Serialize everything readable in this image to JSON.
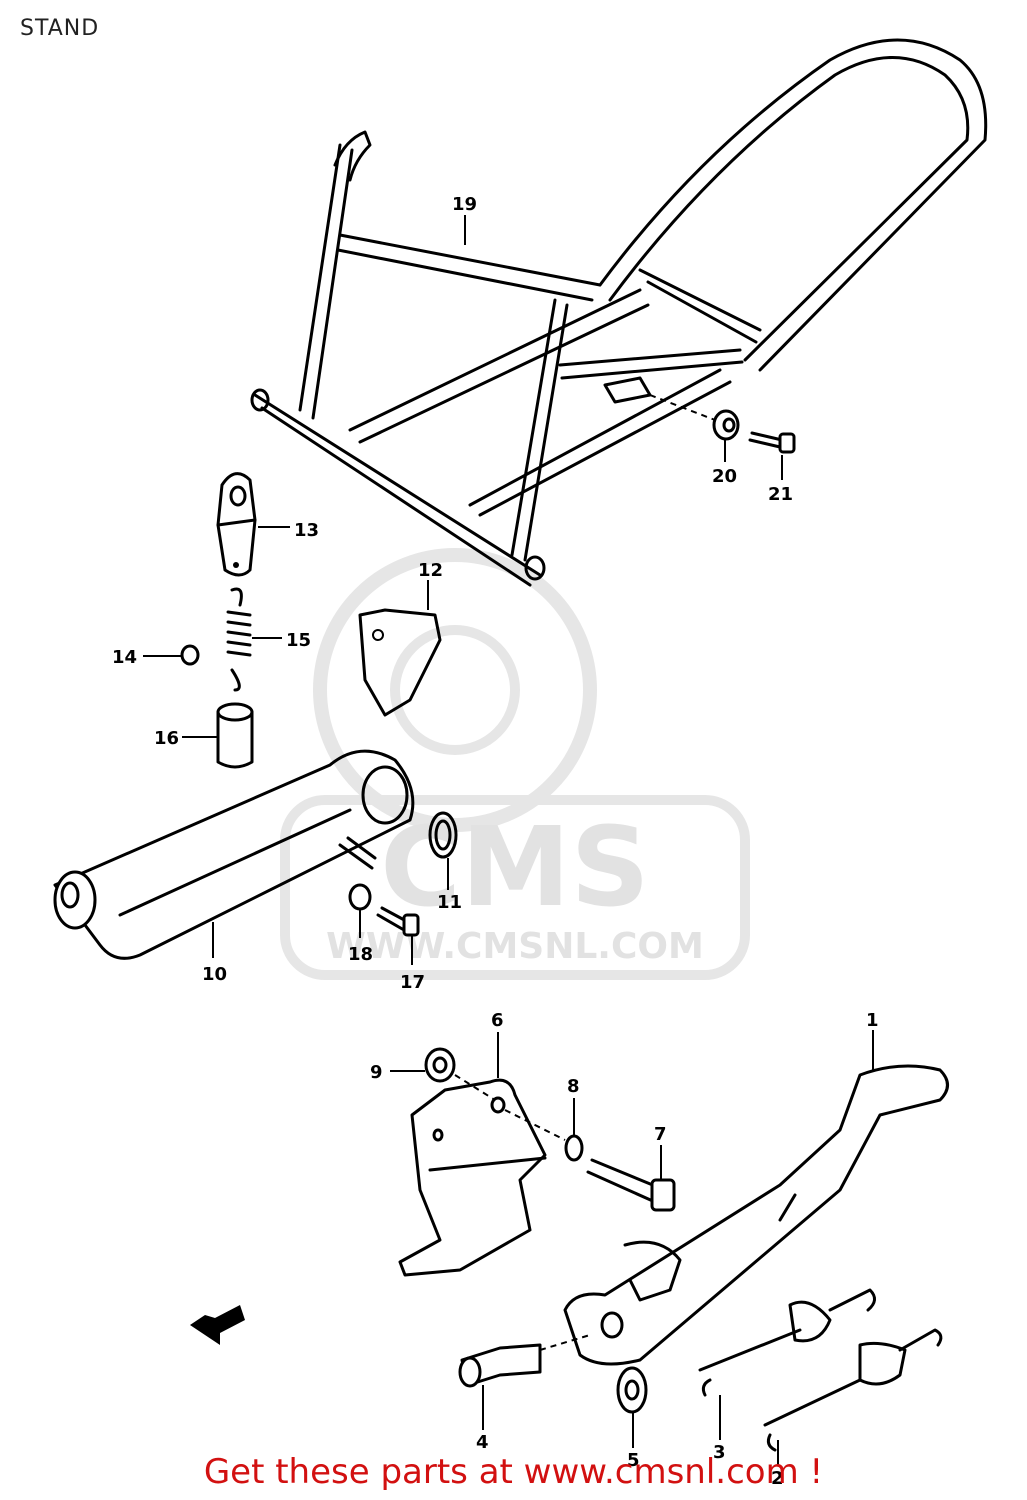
{
  "page": {
    "title": "STAND"
  },
  "watermark": {
    "brand": "CMS",
    "url": "WWW.CMSNL.COM"
  },
  "callouts": {
    "c1": "1",
    "c2": "2",
    "c3": "3",
    "c4": "4",
    "c5": "5",
    "c6": "6",
    "c7": "7",
    "c8": "8",
    "c9": "9",
    "c10": "10",
    "c11": "11",
    "c12": "12",
    "c13": "13",
    "c14": "14",
    "c15": "15",
    "c16": "16",
    "c17": "17",
    "c18": "18",
    "c19": "19",
    "c20": "20",
    "c21": "21"
  },
  "footer": {
    "text": "Get these parts at www.cmsnl.com !"
  },
  "colors": {
    "footer": "#d21010",
    "watermark": "#e2e2e2",
    "lines": "#000000"
  }
}
